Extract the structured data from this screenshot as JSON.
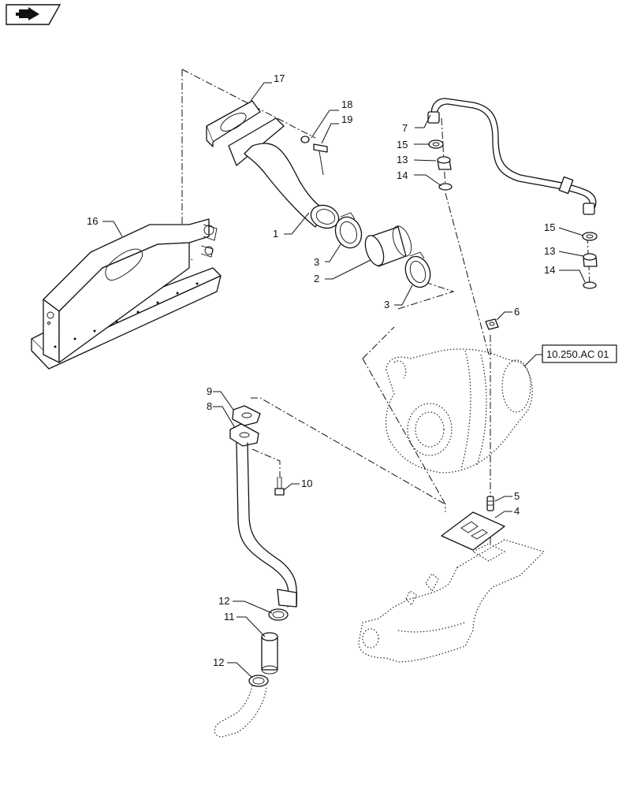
{
  "nav_icon": "navigation-arrow-icon",
  "reference": {
    "label": "10.250.AC 01"
  },
  "callouts": [
    {
      "key": "c17",
      "text": "17"
    },
    {
      "key": "c18",
      "text": "18"
    },
    {
      "key": "c19",
      "text": "19"
    },
    {
      "key": "c7",
      "text": "7"
    },
    {
      "key": "c15a",
      "text": "15"
    },
    {
      "key": "c13a",
      "text": "13"
    },
    {
      "key": "c14a",
      "text": "14"
    },
    {
      "key": "c16",
      "text": "16"
    },
    {
      "key": "c1",
      "text": "1"
    },
    {
      "key": "c3a",
      "text": "3"
    },
    {
      "key": "c2",
      "text": "2"
    },
    {
      "key": "c3b",
      "text": "3"
    },
    {
      "key": "c15b",
      "text": "15"
    },
    {
      "key": "c13b",
      "text": "13"
    },
    {
      "key": "c14b",
      "text": "14"
    },
    {
      "key": "c6",
      "text": "6"
    },
    {
      "key": "c9",
      "text": "9"
    },
    {
      "key": "c8",
      "text": "8"
    },
    {
      "key": "c10",
      "text": "10"
    },
    {
      "key": "c5",
      "text": "5"
    },
    {
      "key": "c4",
      "text": "4"
    },
    {
      "key": "c12a",
      "text": "12"
    },
    {
      "key": "c11",
      "text": "11"
    },
    {
      "key": "c12b",
      "text": "12"
    }
  ]
}
